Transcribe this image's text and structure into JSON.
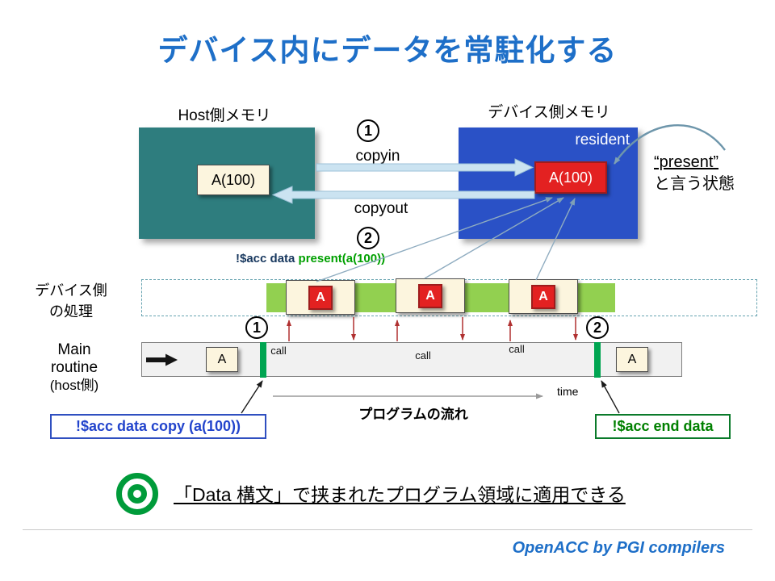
{
  "title": "デバイス内にデータを常駐化する",
  "host_memory": {
    "label": "Host側メモリ",
    "array_label": "A(100)"
  },
  "device_memory": {
    "label": "デバイス側メモリ",
    "resident_label": "resident",
    "array_label": "A(100)"
  },
  "transfer": {
    "step1": "1",
    "copyin_label": "copyin",
    "copyout_label": "copyout",
    "step2": "2"
  },
  "present_note": {
    "line1": "“present”",
    "line2": "と言う状態"
  },
  "pragma_present": {
    "prefix": "!$acc data ",
    "keyword": "present(a(100))"
  },
  "device_row": {
    "label_line1": "デバイス側",
    "label_line2": "の処理",
    "kernels": [
      "A",
      "A",
      "A"
    ]
  },
  "main_row": {
    "label_line1": "Main",
    "label_line2": "routine",
    "label_line3": "(host側)",
    "step1": "1",
    "step2": "2",
    "array_left": "A",
    "array_right": "A",
    "call_labels": [
      "call",
      "call",
      "call"
    ]
  },
  "timeline": {
    "time_label": "time",
    "flow_label": "プログラムの流れ"
  },
  "pragmas": {
    "data_copy": "!$acc data copy (a(100))",
    "end_data": "!$acc end data"
  },
  "conclusion": "「Data 構文」で挟まれたプログラム領域に適用できる",
  "footer": "OpenACC by PGI compilers",
  "colors": {
    "title_blue": "#1E6FC8",
    "host_teal": "#2E7D7E",
    "device_blue": "#2A51C6",
    "array_red": "#E32121",
    "timeline_green": "#92D050",
    "marker_green": "#00A551",
    "pragma_blue": "#2244CC",
    "pragma_green": "#008000"
  }
}
